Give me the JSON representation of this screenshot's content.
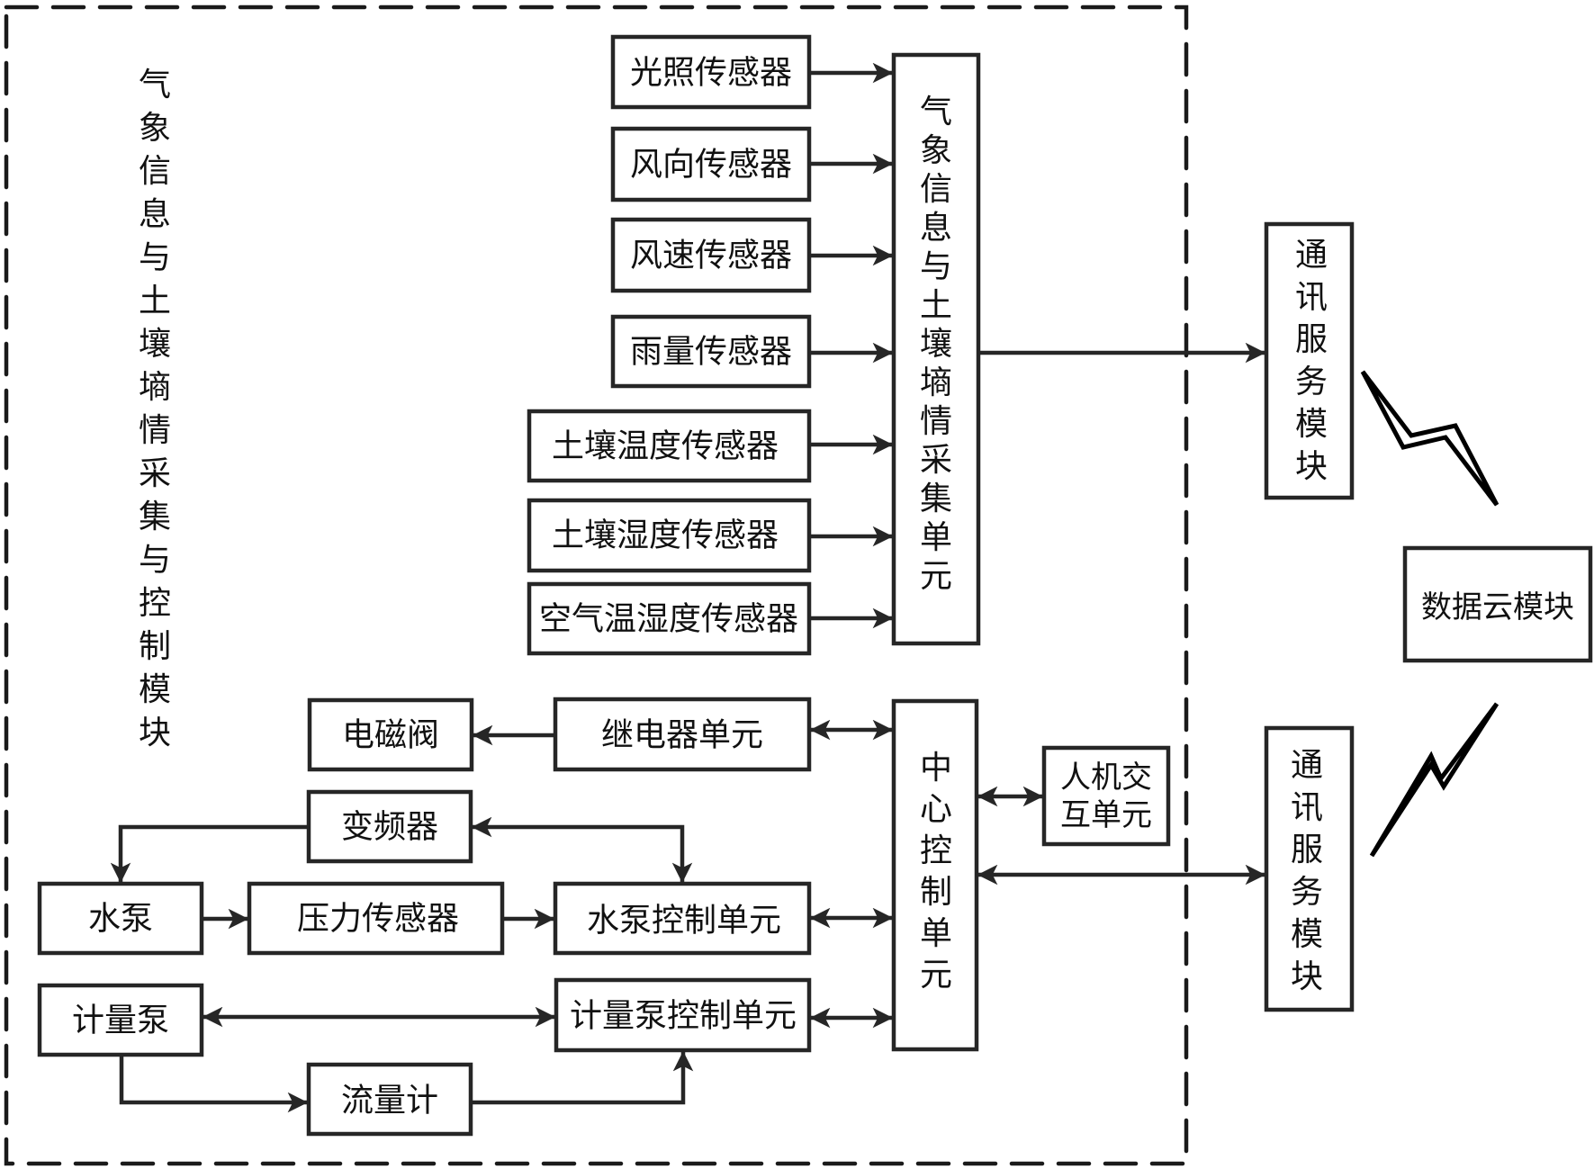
{
  "module_label": "气象信息与土壤墒情采集与控制模块",
  "sensors": {
    "light": "光照传感器",
    "wind_direction": "风向传感器",
    "wind_speed": "风速传感器",
    "rain": "雨量传感器",
    "soil_temperature": "土壤温度传感器",
    "soil_humidity": "土壤湿度传感器",
    "air_temp_humidity": "空气温湿度传感器"
  },
  "collection_unit": "气象信息与土壤墒情采集单元",
  "central_control_unit": "中心控制单元",
  "hmi_unit": [
    "人机交",
    "互单元"
  ],
  "actuators": {
    "solenoid_valve": "电磁阀",
    "relay_unit": "继电器单元",
    "inverter": "变频器",
    "water_pump": "水泵",
    "pressure_sensor": "压力传感器",
    "pump_control_unit": "水泵控制单元",
    "metering_pump": "计量泵",
    "metering_pump_control_unit": "计量泵控制单元",
    "flow_meter": "流量计"
  },
  "comm_module_1": "通讯服务模块",
  "comm_module_2": "通讯服务模块",
  "data_cloud_module": "数据云模块",
  "colors": {
    "stroke": "#262626",
    "background": "#ffffff"
  }
}
